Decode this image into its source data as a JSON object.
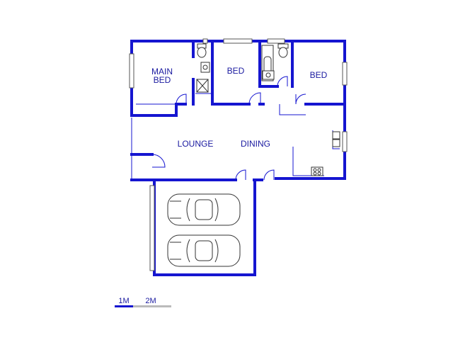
{
  "rooms": {
    "main_bed_line1": "MAIN",
    "main_bed_line2": "BED",
    "bed_center": "BED",
    "bed_right": "BED",
    "lounge": "LOUNGE",
    "dining": "DINING"
  },
  "scale_bar": {
    "label_1": "1M",
    "label_2": "2M"
  },
  "colors": {
    "wall": "#1515d0",
    "label": "#1a1aa0",
    "scale_track": "#bbbbbb"
  }
}
